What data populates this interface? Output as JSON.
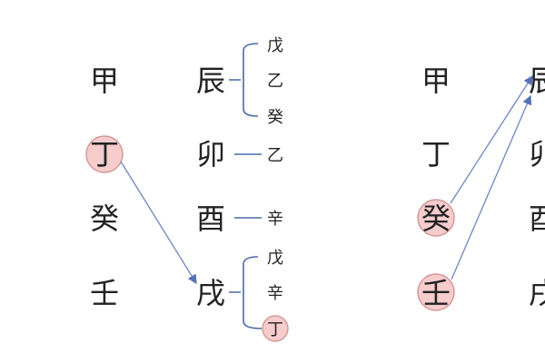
{
  "left": {
    "stems": [
      "甲",
      "丁",
      "癸",
      "壬"
    ],
    "branches": [
      "辰",
      "卯",
      "酉",
      "戌"
    ],
    "hidden_stems": {
      "chen": [
        "戊",
        "乙",
        "癸"
      ],
      "mao": [
        "乙"
      ],
      "you": [
        "辛"
      ],
      "xu": [
        "戊",
        "辛",
        "丁"
      ]
    },
    "highlighted": [
      "丁"
    ]
  },
  "right": {
    "stems": [
      "甲",
      "丁",
      "癸",
      "壬"
    ],
    "branches": [
      "辰",
      "卯",
      "酉",
      "戌"
    ],
    "highlighted": [
      "癸",
      "壬"
    ]
  },
  "colors": {
    "highlight": "#f6cccc",
    "connector": "#4a6aa8"
  }
}
